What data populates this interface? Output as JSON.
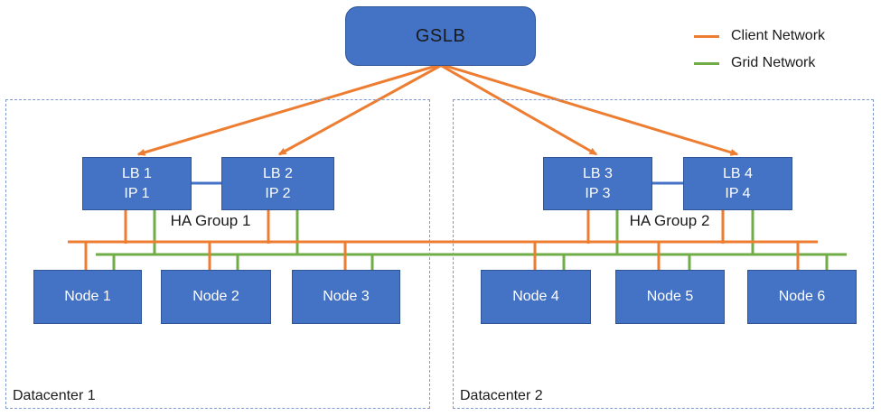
{
  "colors": {
    "box_fill": "#4472C4",
    "box_border": "#2F5597",
    "client": "#ED7D31",
    "grid": "#70AD47",
    "dc_border": "#7F9BD1",
    "text_dark": "#1a1a1a",
    "text_light": "#ffffff"
  },
  "gslb": {
    "label": "GSLB"
  },
  "legend": {
    "items": [
      {
        "label": "Client Network",
        "color": "#ED7D31"
      },
      {
        "label": "Grid Network",
        "color": "#70AD47"
      }
    ]
  },
  "datacenters": [
    {
      "label": "Datacenter 1"
    },
    {
      "label": "Datacenter 2"
    }
  ],
  "load_balancers": [
    {
      "name": "LB 1",
      "ip": "IP 1"
    },
    {
      "name": "LB 2",
      "ip": "IP 2"
    },
    {
      "name": "LB 3",
      "ip": "IP 3"
    },
    {
      "name": "LB 4",
      "ip": "IP 4"
    }
  ],
  "ha_groups": [
    {
      "label": "HA Group 1"
    },
    {
      "label": "HA Group 2"
    }
  ],
  "nodes": [
    {
      "label": "Node 1"
    },
    {
      "label": "Node 2"
    },
    {
      "label": "Node 3"
    },
    {
      "label": "Node 4"
    },
    {
      "label": "Node 5"
    },
    {
      "label": "Node 6"
    }
  ]
}
